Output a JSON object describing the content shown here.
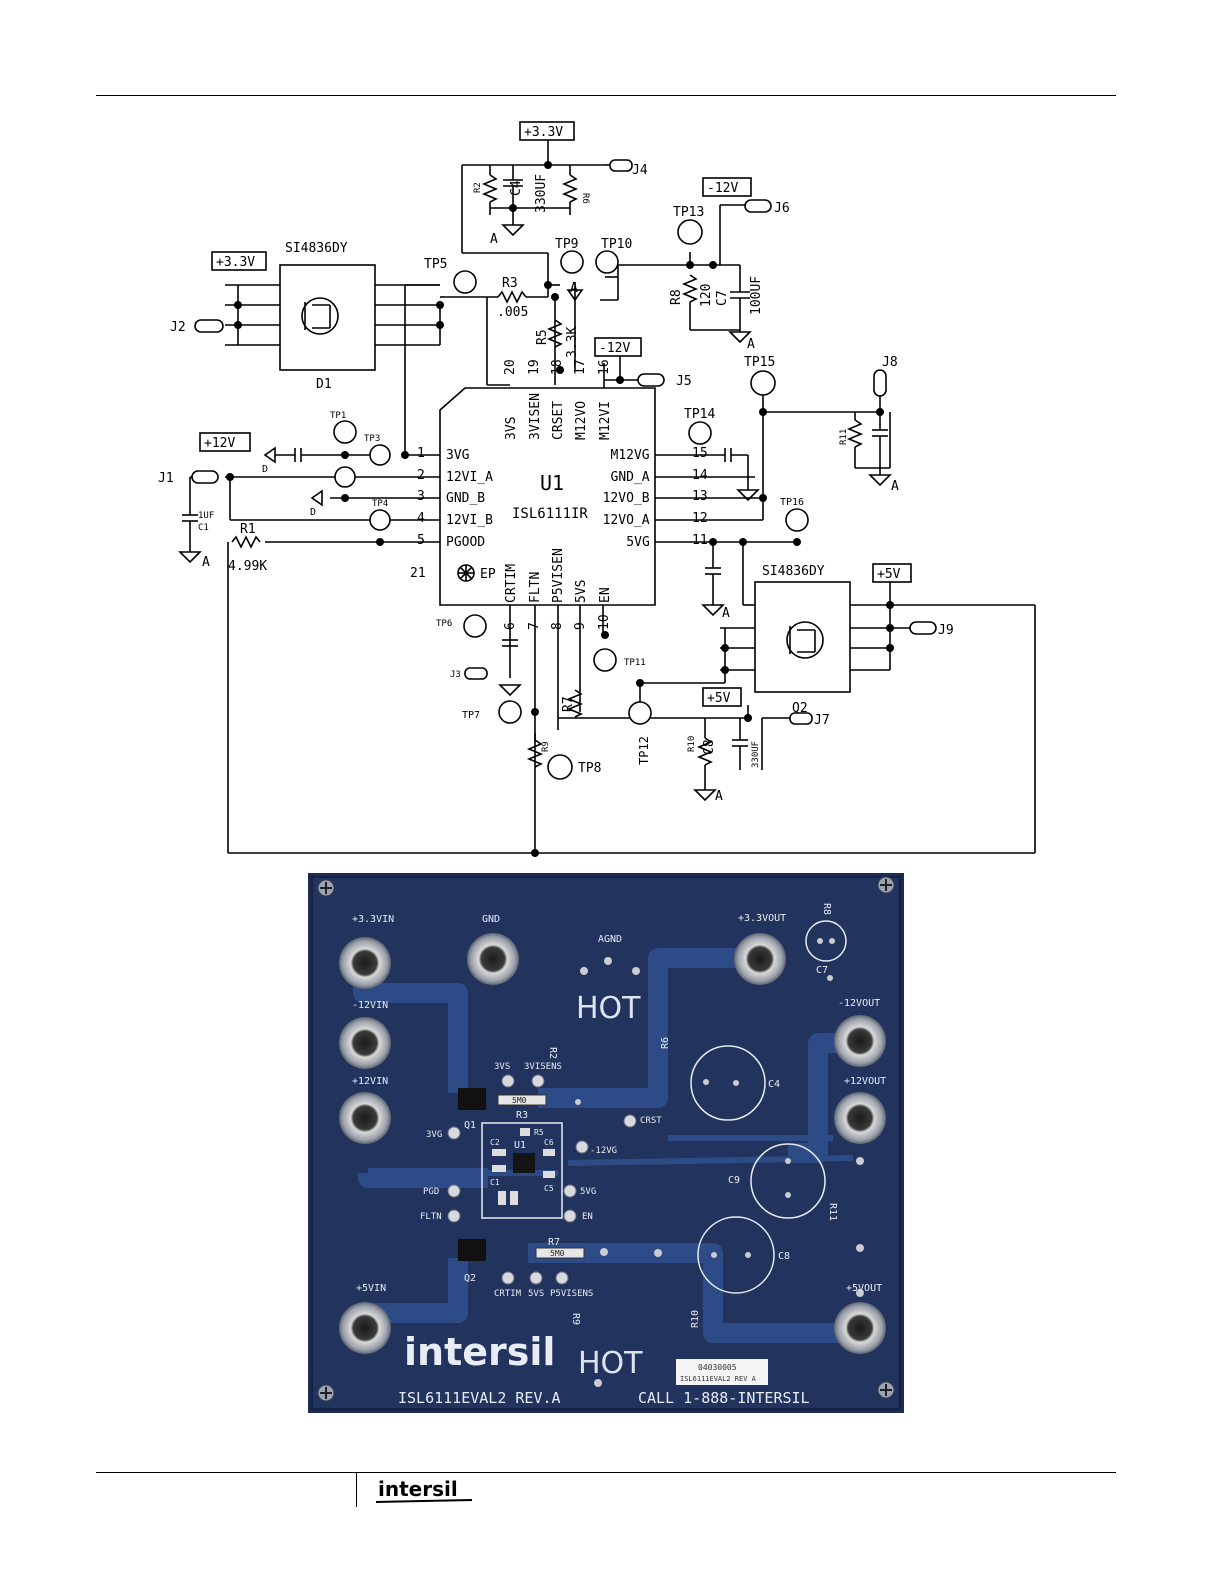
{
  "schematic": {
    "ic": {
      "name": "U1",
      "part": "ISL6111IR",
      "ep_pin": "21",
      "ep_label": "EP",
      "left_pins": [
        {
          "num": "1",
          "name": "3VG"
        },
        {
          "num": "2",
          "name": "12VI_A"
        },
        {
          "num": "3",
          "name": "GND_B"
        },
        {
          "num": "4",
          "name": "12VI_B"
        },
        {
          "num": "5",
          "name": "PGOOD"
        }
      ],
      "right_pins": [
        {
          "num": "15",
          "name": "M12VG"
        },
        {
          "num": "14",
          "name": "GND_A"
        },
        {
          "num": "13",
          "name": "12VO_B"
        },
        {
          "num": "12",
          "name": "12VO_A"
        },
        {
          "num": "11",
          "name": "5VG"
        }
      ],
      "top_pins": [
        {
          "num": "20",
          "name": "3VS"
        },
        {
          "num": "19",
          "name": "3VISEN"
        },
        {
          "num": "18",
          "name": "CRSET"
        },
        {
          "num": "17",
          "name": "M12VO"
        },
        {
          "num": "16",
          "name": "M12VI"
        }
      ],
      "bottom_pins": [
        {
          "num": "6",
          "name": "CRTIM"
        },
        {
          "num": "7",
          "name": "FLTN"
        },
        {
          "num": "8",
          "name": "P5VISEN"
        },
        {
          "num": "9",
          "name": "5VS"
        },
        {
          "num": "10",
          "name": "EN"
        }
      ]
    },
    "rails": {
      "p33_top": "+3.3V",
      "m12_right": "-12V",
      "p33_left": "+3.3V",
      "m12_mid": "-12V",
      "p12": "+12V",
      "p5_right": "+5V",
      "p5_bottom": "+5V"
    },
    "mosfets": {
      "d1_part": "SI4836DY",
      "d1_ref": "D1",
      "q2_part": "SI4836DY",
      "q2_ref": "Q2"
    },
    "labels": {
      "j1": "J1",
      "j2": "J2",
      "j3": "J3",
      "j4": "J4",
      "j5": "J5",
      "j6": "J6",
      "j7": "J7",
      "j8": "J8",
      "j9": "J9",
      "tp1": "TP1",
      "tp3": "TP3",
      "tp4": "TP4",
      "tp5": "TP5",
      "tp6": "TP6",
      "tp7": "TP7",
      "tp8": "TP8",
      "tp9": "TP9",
      "tp10": "TP10",
      "tp11": "TP11",
      "tp12": "TP12",
      "tp13": "TP13",
      "tp14": "TP14",
      "tp15": "TP15",
      "tp16": "TP16",
      "r1": "R1",
      "r1_val": "4.99K",
      "r3": "R3",
      "r3_val": ".005",
      "r5": "R5",
      "r5_val": "3.3K",
      "r7": "R7",
      "r8": "R8",
      "r8_val": "120",
      "r11": "R11",
      "r9": "R9",
      "c1": "C1",
      "c1_val": "1UF",
      "c4": "C4",
      "c4_val": "330UF",
      "c7": "C7",
      "c7_val": "100UF",
      "c8": "C8",
      "c8_val": "330UF",
      "r_p33": "R2",
      "r6": "R6",
      "r10": "R10",
      "gnd_a": "A",
      "gnd_d": "D"
    }
  },
  "board": {
    "title": "ISL6111EVAL2 REV.A",
    "call": "CALL 1-888-INTERSIL",
    "brand": "intersil",
    "hot1": "HOT",
    "hot2": "HOT",
    "sticker_line1": "04030005",
    "sticker_line2": "ISL6111EVAL2 REV A",
    "terminals": {
      "p33vin": "+3.3VIN",
      "gnd": "GND",
      "agnd": "AGND",
      "p33vout": "+3.3VOUT",
      "m12vin": "-12VIN",
      "p12vin": "+12VIN",
      "m12vout": "-12VOUT",
      "p12vout": "+12VOUT",
      "p5vin": "+5VIN",
      "p5vout": "+5VOUT"
    },
    "silk": {
      "r8": "R8",
      "c7": "C7",
      "r2": "R2",
      "r6": "R6",
      "c4": "C4",
      "c9": "C9",
      "r11": "R11",
      "c8": "C8",
      "r10": "R10",
      "r9": "R9",
      "q1": "Q1",
      "q2": "Q2",
      "u1": "U1",
      "r3": "R3",
      "r5": "R5",
      "r7": "R7",
      "c2": "C2",
      "c6": "C6",
      "c1": "C1",
      "c5": "C5",
      "r3_mark": "5M0",
      "r7_mark": "5M0",
      "tp_3vs": "3VS",
      "tp_3visens": "3VISENS",
      "tp_crst": "CRST",
      "tp_3vg": "3VG",
      "tp_m12vg": "-12VG",
      "tp_pgd": "PGD",
      "tp_5vg": "5VG",
      "tp_fltn": "FLTN",
      "tp_en": "EN",
      "tp_crtim": "CRTIM",
      "tp_5vs": "5VS",
      "tp_p5visens": "P5VISENS"
    }
  },
  "footer": {
    "logo": "intersil"
  }
}
